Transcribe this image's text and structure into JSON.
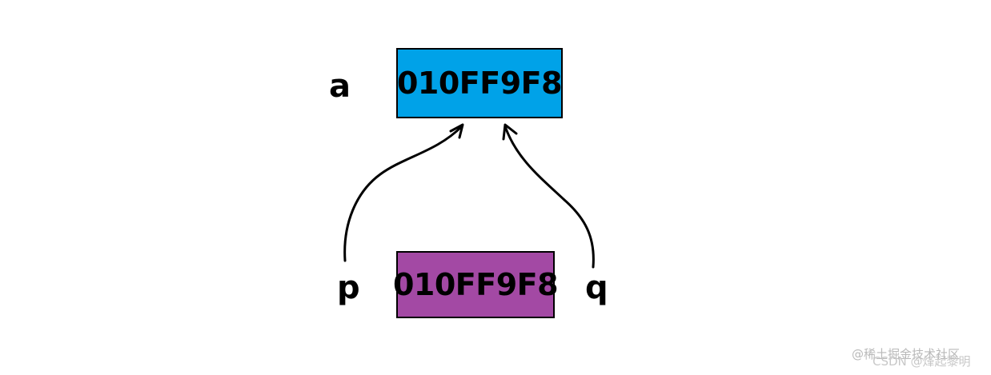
{
  "variables": {
    "a": {
      "label": "a",
      "value": "010FF9F8",
      "fill": "#00a2e8"
    },
    "p": {
      "label": "p",
      "value": "010FF9F8",
      "fill": "#a349a4"
    },
    "q": {
      "label": "q"
    }
  },
  "arrows": [
    {
      "from": "p",
      "to": "a"
    },
    {
      "from": "q",
      "to": "a"
    }
  ],
  "watermark": {
    "line1": "@稀土掘金技术社区",
    "line2": "CSDN @烽起黎明"
  },
  "colors": {
    "background": "#ffffff",
    "stroke": "#000000"
  }
}
